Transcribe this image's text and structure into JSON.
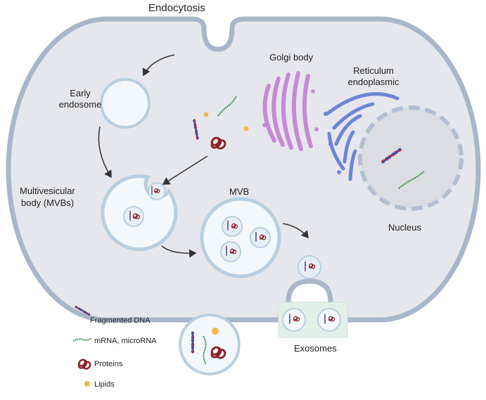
{
  "labels": {
    "endocytosis": "Endocytosis",
    "early_endosome_1": "Early",
    "early_endosome_2": "endosome",
    "golgi": "Golgi body",
    "reticulum_1": "Reticulum",
    "reticulum_2": "endoplasmic",
    "mvb_full_1": "Multivesicular",
    "mvb_full_2": "body (MVBs)",
    "mvb": "MVB",
    "nucleus": "Nucleus",
    "exosomes": "Exosomes"
  },
  "legend": {
    "dna": "Fragmented DNA",
    "rna": "mRNA, microRNA",
    "proteins": "Proteins",
    "lipids": "Lipids"
  },
  "colors": {
    "cell_fill": "#e6e7ec",
    "membrane": "#a9b6c9",
    "vesicle": "#f2f8fc",
    "vesicle_stroke": "#b9cfe0",
    "golgi": "#c58ad6",
    "er": "#6d84d6",
    "nucleus": "#dcdde2",
    "nucleus_stroke": "#b3bfd0",
    "dna_red": "#c8262e",
    "dna_blue": "#2f4fa8",
    "rna_green": "#3f8f4a",
    "protein": "#8e1f2a",
    "lipid": "#f2b84b",
    "exosome_bg": "#e3f0e8"
  }
}
